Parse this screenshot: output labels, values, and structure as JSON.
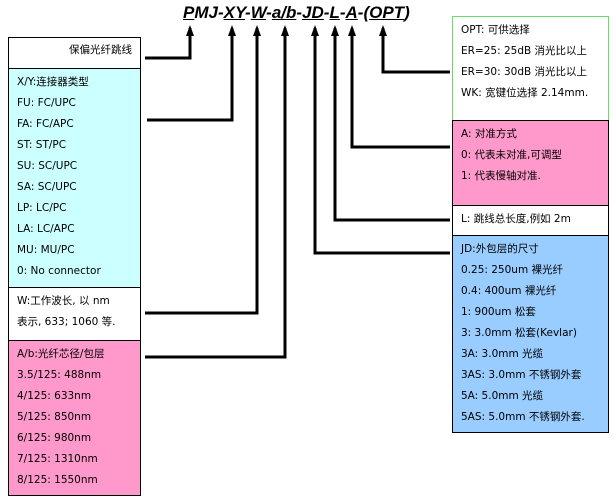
{
  "code": {
    "parts": [
      "P",
      "MJ-",
      "XY",
      "-",
      "W",
      "-",
      "a/b",
      "-",
      "JD",
      "-",
      "L",
      "-",
      "A",
      "-(",
      "OPT",
      ")"
    ],
    "underlined": [
      true,
      false,
      true,
      false,
      true,
      false,
      true,
      false,
      true,
      false,
      true,
      false,
      true,
      false,
      true,
      false
    ]
  },
  "left": {
    "header": "保偏光纤跳线",
    "connector": [
      "X/Y:连接器类型",
      "FU: FC/UPC",
      "FA: FC/APC",
      "ST: ST/PC",
      "SU: SC/UPC",
      "SA: SC/UPC",
      "LP: LC/PC",
      "LA: LC/APC",
      "MU: MU/PC",
      "0: No connector"
    ],
    "wavelength": [
      "W:工作波长, 以 nm",
      "表示, 633; 1060 等."
    ],
    "core": [
      "A/b:光纤芯径/包层",
      "3.5/125: 488nm",
      "4/125: 633nm",
      "5/125: 850nm",
      "6/125: 980nm",
      "7/125: 1310nm",
      "8/125: 1550nm"
    ]
  },
  "right": {
    "opt": [
      "OPT: 可供选择",
      "ER=25: 25dB 消光比以上",
      "ER=30: 30dB 消光比以上",
      "WK: 宽键位选择 2.14mm."
    ],
    "align": [
      "A: 对准方式",
      "0: 代表未对准,可调型",
      "1: 代表慢轴对准."
    ],
    "length": [
      "L: 跳线总长度,例如 2m"
    ],
    "jacket": [
      "JD:外包层的尺寸",
      "0.25: 250um 裸光纤",
      "0.4: 400um 裸光纤",
      "1: 900um 松套",
      "3: 3.0mm 松套(Kevlar)",
      "3A: 3.0mm 光缆",
      "3AS: 3.0mm 不锈钢外套",
      "5A: 5.0mm 光缆",
      "5AS: 5.0mm 不锈钢外套."
    ]
  },
  "colors": {
    "cyan": "#ccffff",
    "pink": "#ff99cc",
    "blue": "#99ccff",
    "green_border": "#66dd66"
  }
}
